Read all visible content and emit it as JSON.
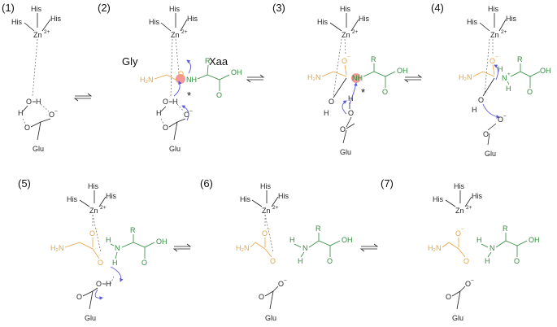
{
  "labels": {
    "his": "His",
    "zn": "Zn",
    "zn_charge": "2+",
    "glu": "Glu",
    "gly": "Gly",
    "xaa": "Xaa",
    "h": "H",
    "o": "O",
    "o_minus": "O",
    "nh": "NH",
    "n": "N",
    "h2n": "H₂N",
    "oh": "OH",
    "r": "R",
    "star": "*",
    "minus": "−",
    "plus": "+"
  },
  "panels": [
    {
      "number": "(1)"
    },
    {
      "number": "(2)"
    },
    {
      "number": "(3)"
    },
    {
      "number": "(4)"
    },
    {
      "number": "(5)"
    },
    {
      "number": "(6)"
    },
    {
      "number": "(7)"
    }
  ],
  "colors": {
    "gly": "#e8a33d",
    "xaa": "#2e8b3a",
    "arrow": "#5a5ad6",
    "highlight": "#f08080"
  }
}
